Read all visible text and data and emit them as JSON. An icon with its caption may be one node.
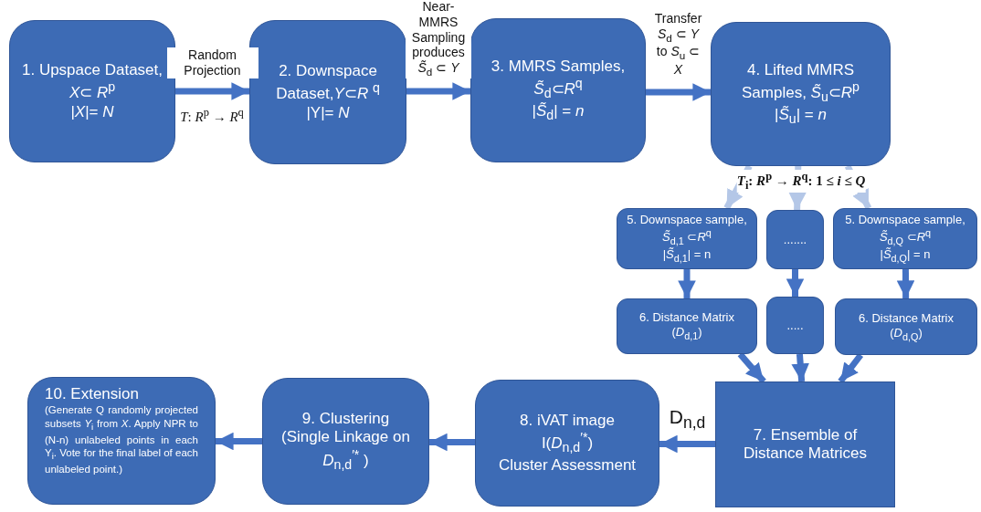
{
  "diagram": {
    "nodes": [
      {
        "text": [
          "1. Upspace Dataset, *X*⊂ *R*$^{p}$",
          "|*X*|= *N*"
        ]
      },
      {
        "text": [
          "2. Downspace Dataset,*Y*⊂*R* $^{q}$",
          "|Y|= *N*"
        ]
      },
      {
        "text": [
          "3. MMRS Samples, *S̃*$_{d}$⊂*R*$^{q}$",
          "|*S̃*$_{d}$| = *n*"
        ]
      },
      {
        "text": [
          "4. Lifted MMRS Samples, *S̃*$_{u}$⊂*R*$^{p}$",
          "|*S̃*$_{u}$| = *n*"
        ]
      },
      {
        "text": [
          "5. Downspace sample, *S̃*$_{d,1}$ ⊂*R*$^{q}$",
          "|*S̃*$_{d,1}$| = n"
        ]
      },
      {
        "text": [
          "......."
        ]
      },
      {
        "text": [
          "5. Downspace sample, *S̃*$_{d,Q}$ ⊂*R*$^{q}$",
          "|*S̃*$_{d,Q}$| = n"
        ]
      },
      {
        "text": [
          "6. Distance Matrix (*D*$_{d,1}$)"
        ]
      },
      {
        "text": [
          "....."
        ]
      },
      {
        "text": [
          "6. Distance Matrix (*D*$_{d,Q}$)"
        ]
      },
      {
        "text": [
          "7. Ensemble of Distance Matrices"
        ]
      },
      {
        "text": [
          "8. iVAT image",
          "I(*D*$_{n,d}$$^{′*}$)",
          "Cluster Assessment"
        ]
      },
      {
        "text": [
          "9. Clustering",
          "(Single Linkage on *D*$_{n,d}$$^{′*}$ )"
        ]
      },
      {
        "text": [
          "10.  Extension",
          "(Generate Q randomly projected subsets *Y*$_{i}$ from *X*. Apply NPR to (N-n) unlabeled points in each Y$_{i}$. Vote for the final label of each unlabeled point.)"
        ]
      }
    ],
    "edges": [
      {
        "from": 0,
        "to": 1,
        "arrow": "to",
        "label": "Random Projection"
      },
      {
        "from": 1,
        "to": 2,
        "arrow": "to",
        "label": "Near-MMRS Sampling produces *S̃*$_{d}$ ⊂ *Y*"
      },
      {
        "from": 2,
        "to": 3,
        "arrow": "to",
        "label": "Transfer *S*$_{d}$ ⊂ *Y* to *S*$_{u}$ ⊂ *X*"
      },
      {
        "from": 3,
        "to": 4,
        "arrow": "to",
        "color": "#b4c7e7"
      },
      {
        "from": 3,
        "to": 5,
        "arrow": "to",
        "color": "#b4c7e7"
      },
      {
        "from": 3,
        "to": 6,
        "arrow": "to",
        "color": "#b4c7e7"
      },
      {
        "from": 4,
        "to": 7,
        "arrow": "to"
      },
      {
        "from": 5,
        "to": 8,
        "arrow": "to"
      },
      {
        "from": 6,
        "to": 9,
        "arrow": "to"
      },
      {
        "from": 7,
        "to": 10,
        "arrow": "to"
      },
      {
        "from": 8,
        "to": 10,
        "arrow": "to"
      },
      {
        "from": 9,
        "to": 10,
        "arrow": "to"
      },
      {
        "from": 10,
        "to": 11,
        "arrow": "to",
        "label": "D$_{n,d}$"
      },
      {
        "from": 11,
        "to": 12,
        "arrow": "to"
      },
      {
        "from": 12,
        "to": 13,
        "arrow": "to"
      }
    ],
    "labels": [
      "*T*: *R*$^{p}$ → *R*$^{q}$",
      "*T*$_{i}$: *R*$^{p}$ → *R*$^{q}$: 1 ≤ *i* ≤ *Q*"
    ]
  }
}
